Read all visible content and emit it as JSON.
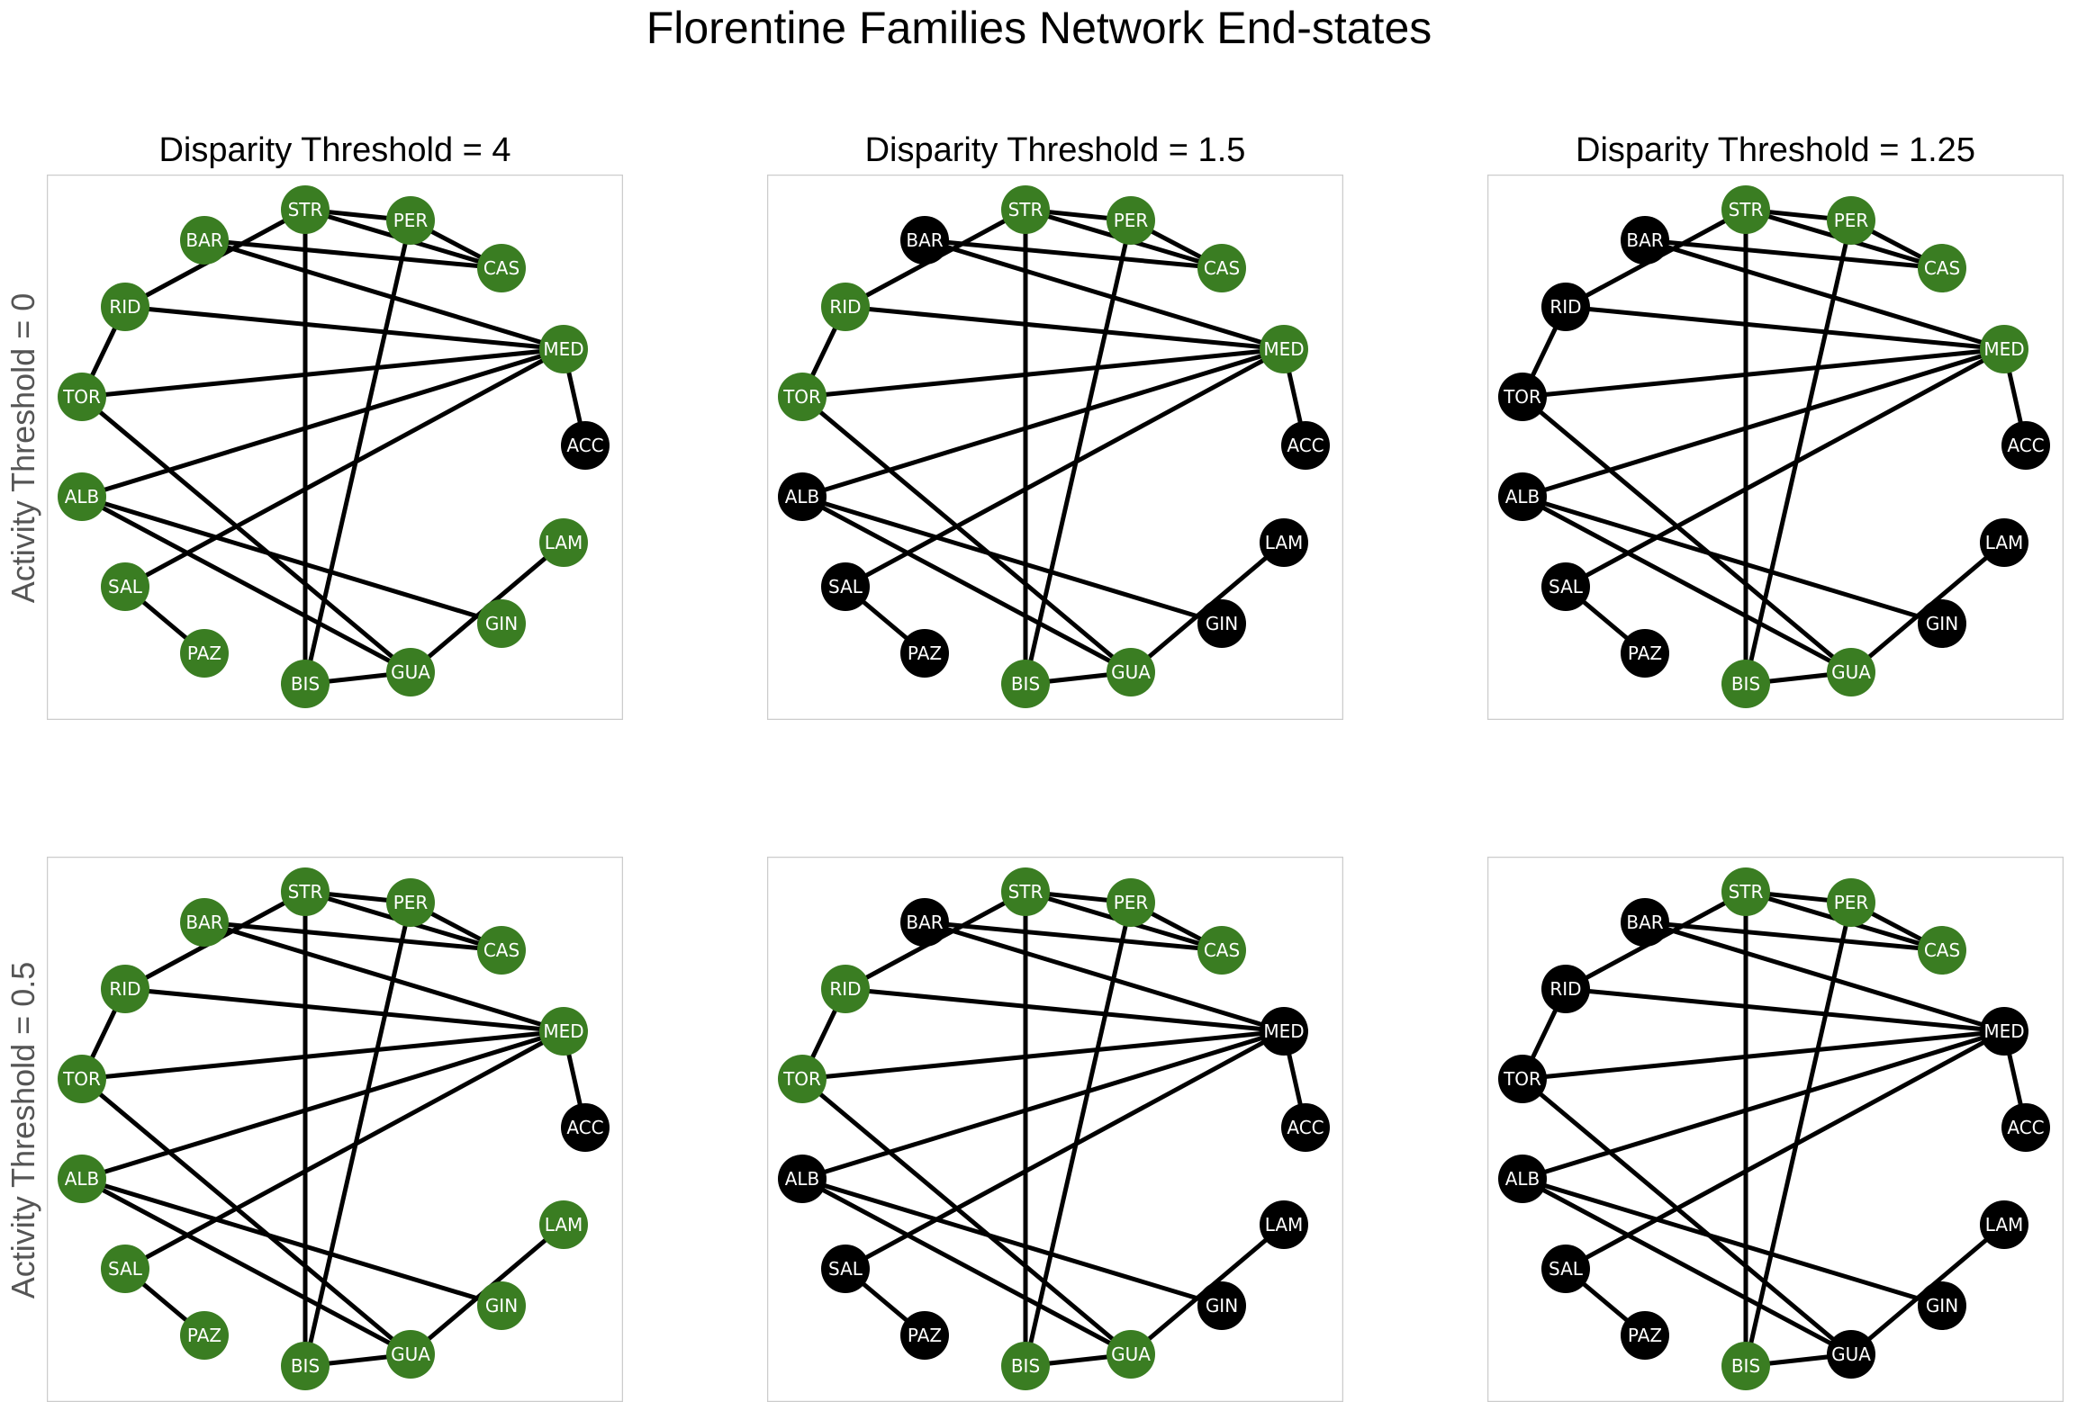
{
  "title": "Florentine Families Network End-states",
  "column_titles": [
    "Disparity Threshold = 4",
    "Disparity Threshold = 1.5",
    "Disparity Threshold = 1.25"
  ],
  "row_titles": [
    "Activity Threshold = 0",
    "Activity Threshold = 0.5"
  ],
  "colors": {
    "active": "#3a7d22",
    "inactive": "#000000",
    "edge": "#000000",
    "frame": "#cccccc"
  },
  "nodes": [
    "STR",
    "PER",
    "CAS",
    "MED",
    "ACC",
    "LAM",
    "GIN",
    "GUA",
    "BIS",
    "PAZ",
    "SAL",
    "ALB",
    "TOR",
    "RID",
    "BAR"
  ],
  "edges": [
    [
      "STR",
      "PER"
    ],
    [
      "STR",
      "CAS"
    ],
    [
      "STR",
      "BIS"
    ],
    [
      "STR",
      "RID"
    ],
    [
      "PER",
      "CAS"
    ],
    [
      "PER",
      "BIS"
    ],
    [
      "CAS",
      "BAR"
    ],
    [
      "MED",
      "ACC"
    ],
    [
      "MED",
      "BAR"
    ],
    [
      "MED",
      "RID"
    ],
    [
      "MED",
      "TOR"
    ],
    [
      "MED",
      "ALB"
    ],
    [
      "MED",
      "SAL"
    ],
    [
      "LAM",
      "GUA"
    ],
    [
      "GIN",
      "ALB"
    ],
    [
      "GUA",
      "BIS"
    ],
    [
      "GUA",
      "ALB"
    ],
    [
      "GUA",
      "TOR"
    ],
    [
      "PAZ",
      "SAL"
    ],
    [
      "TOR",
      "RID"
    ]
  ],
  "panels": [
    {
      "disparity_threshold": "4",
      "activity_threshold": "0",
      "active": [
        "STR",
        "PER",
        "CAS",
        "MED",
        "LAM",
        "GIN",
        "GUA",
        "BIS",
        "PAZ",
        "SAL",
        "ALB",
        "TOR",
        "RID",
        "BAR"
      ]
    },
    {
      "disparity_threshold": "1.5",
      "activity_threshold": "0",
      "active": [
        "STR",
        "PER",
        "CAS",
        "MED",
        "GUA",
        "BIS",
        "TOR",
        "RID"
      ]
    },
    {
      "disparity_threshold": "1.25",
      "activity_threshold": "0",
      "active": [
        "STR",
        "PER",
        "CAS",
        "MED",
        "GUA",
        "BIS"
      ]
    },
    {
      "disparity_threshold": "4",
      "activity_threshold": "0.5",
      "active": [
        "STR",
        "PER",
        "CAS",
        "MED",
        "LAM",
        "GIN",
        "GUA",
        "BIS",
        "PAZ",
        "SAL",
        "ALB",
        "TOR",
        "RID",
        "BAR"
      ]
    },
    {
      "disparity_threshold": "1.5",
      "activity_threshold": "0.5",
      "active": [
        "STR",
        "PER",
        "CAS",
        "GUA",
        "BIS",
        "TOR",
        "RID"
      ]
    },
    {
      "disparity_threshold": "1.25",
      "activity_threshold": "0.5",
      "active": [
        "STR",
        "PER",
        "CAS",
        "BIS"
      ]
    }
  ]
}
